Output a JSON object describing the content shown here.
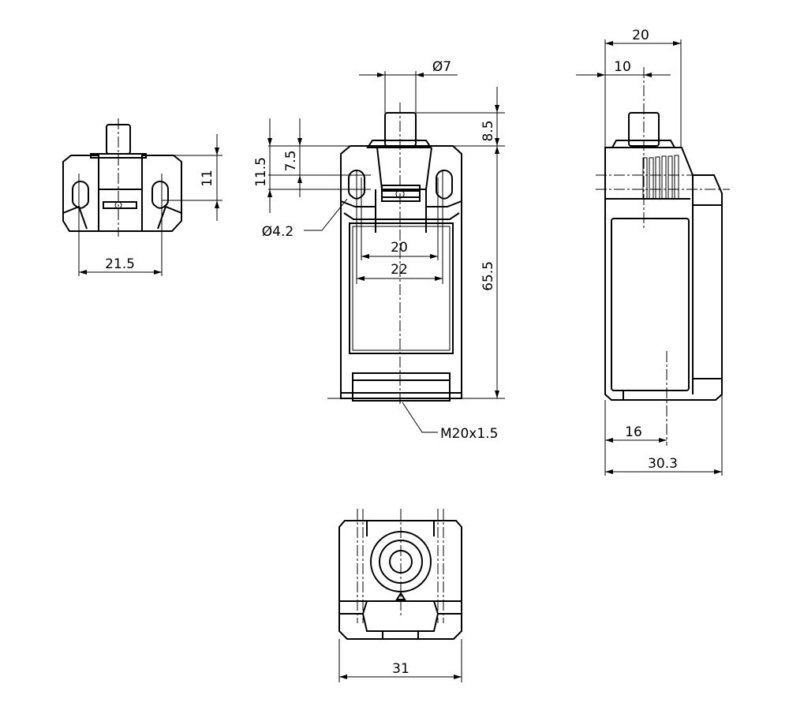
{
  "drawing": {
    "front_view": {
      "plunger_diameter": "Ø7",
      "plunger_height": "8.5",
      "hole_offset_outer": "11.5",
      "hole_offset_inner": "7.5",
      "hole_diameter": "Ø4.2",
      "inner_width": "20",
      "outer_width": "22",
      "body_height": "65.5",
      "thread": "M20x1.5"
    },
    "left_view": {
      "hole_spacing_vertical": "11",
      "hole_spacing_horizontal": "21.5"
    },
    "side_view": {
      "top_width": "20",
      "plunger_offset": "10",
      "conduit_offset": "16",
      "total_depth": "30.3"
    },
    "bottom_view": {
      "width": "31"
    },
    "line_color": "#000000"
  }
}
